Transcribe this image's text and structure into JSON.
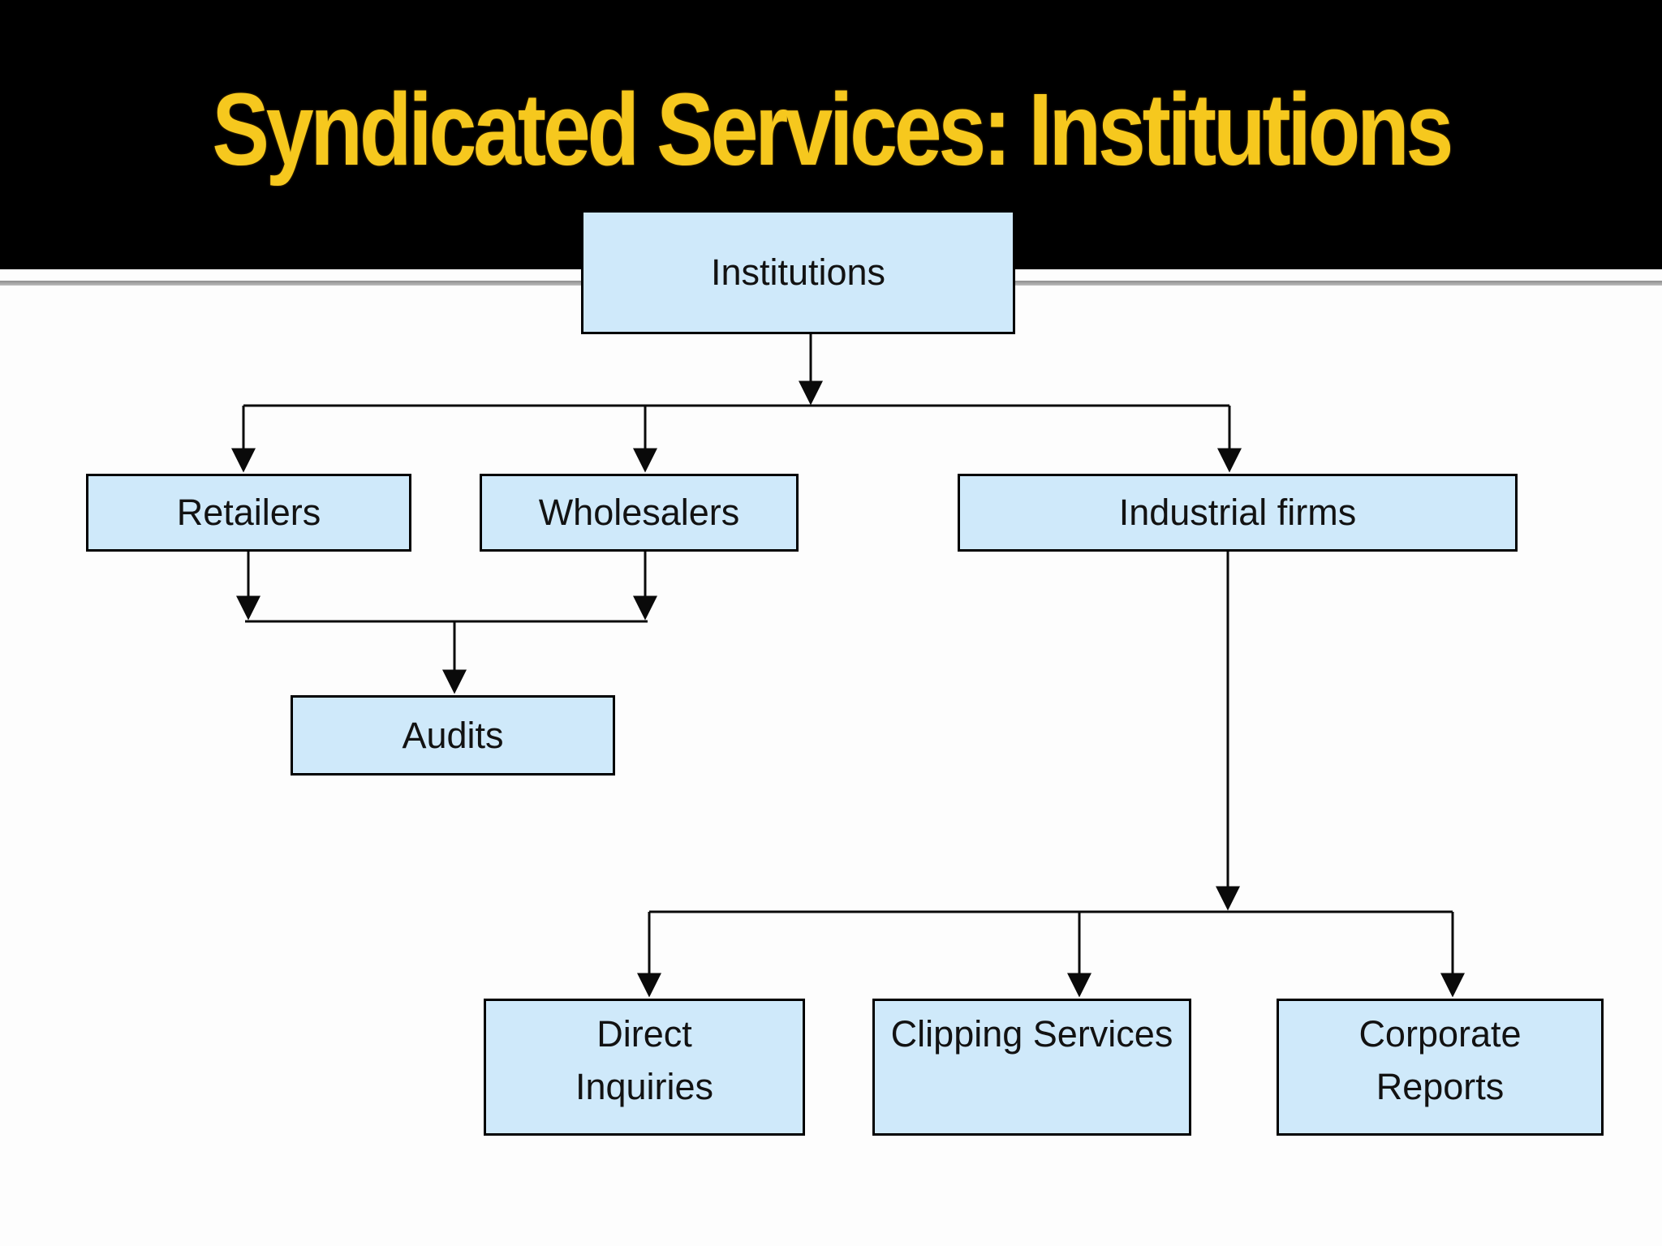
{
  "slide": {
    "title": "Syndicated Services: Institutions",
    "colors": {
      "banner_background": "#000000",
      "title_text": "#f6c81e",
      "node_fill": "#cfe9fa",
      "node_border": "#000000",
      "connector": "#0a0a0a",
      "divider_rule": "#9a9a9a",
      "slide_background": "#fdfdfd"
    }
  },
  "diagram": {
    "type": "flowchart",
    "nodes": [
      {
        "id": "institutions",
        "label": "Institutions"
      },
      {
        "id": "retailers",
        "label": "Retailers"
      },
      {
        "id": "wholesalers",
        "label": "Wholesalers"
      },
      {
        "id": "industrial-firms",
        "label": "Industrial firms"
      },
      {
        "id": "audits",
        "label": "Audits"
      },
      {
        "id": "direct-inquiries",
        "label": "Direct\nInquiries"
      },
      {
        "id": "clipping-services",
        "label": "Clipping Services"
      },
      {
        "id": "corporate-reports",
        "label": "Corporate\nReports"
      }
    ],
    "edges": [
      {
        "from": "institutions",
        "to": "retailers"
      },
      {
        "from": "institutions",
        "to": "wholesalers"
      },
      {
        "from": "institutions",
        "to": "industrial-firms"
      },
      {
        "from": "retailers",
        "to": "audits"
      },
      {
        "from": "wholesalers",
        "to": "audits"
      },
      {
        "from": "industrial-firms",
        "to": "direct-inquiries"
      },
      {
        "from": "industrial-firms",
        "to": "clipping-services"
      },
      {
        "from": "industrial-firms",
        "to": "corporate-reports"
      }
    ]
  }
}
